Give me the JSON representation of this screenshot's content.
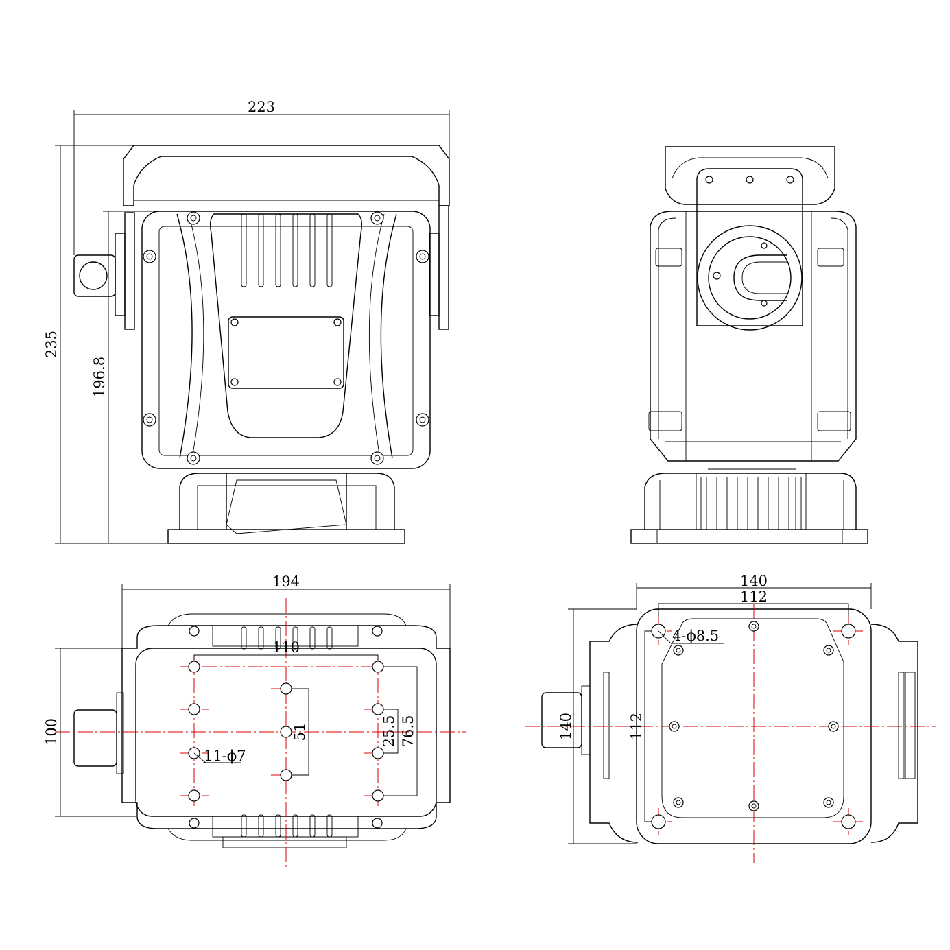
{
  "dimensions": {
    "front_width": "223",
    "front_height": "235",
    "front_inner_height": "196.8",
    "bottom_width": "194",
    "bottom_depth": "100",
    "bottom_hole_spacing_x": "110",
    "bottom_center_spacing": "51",
    "bottom_spacing_a": "25.5",
    "bottom_spacing_b": "76.5",
    "bottom_hole_callout": "11-ϕ7",
    "plate_width": "140",
    "plate_hole_spacing_x": "112",
    "plate_height": "140",
    "plate_hole_spacing_y": "112",
    "plate_hole_callout": "4-ϕ8.5"
  },
  "colors": {
    "outline": "#000000",
    "centerline": "#e00000"
  }
}
